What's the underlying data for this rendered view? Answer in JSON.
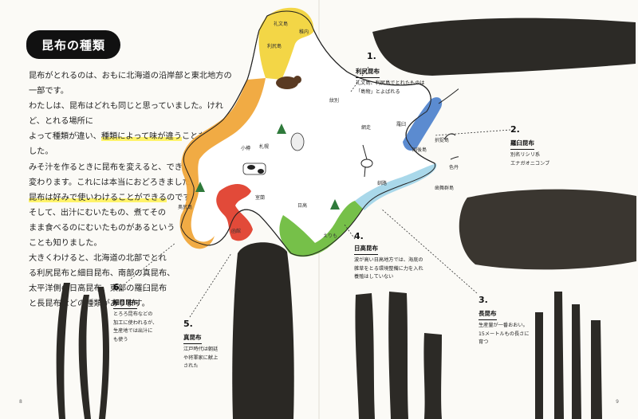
{
  "title": "昆布の種類",
  "body": [
    "昆布がとれるのは、おもに北海道の沿岸部と東北地方の一部です。",
    "わたしは、昆布はどれも同じと思っていました。けれど、とれる場所に",
    "よって種類が違い、",
    "種類によって味が違う",
    "ことを知りました。",
    "みそ汁を作るときに昆布を変えると、できあがりの味が",
    "変わります。これには本当におどろきました。",
    "昆布は好みで使いわけることができる",
    "のです。",
    "そして、出汁にむいたもの、煮てその",
    "まま食べるのにむいたものがあるという",
    "ことも知りました。",
    "大きくわけると、北海道の北部でとれ",
    "る利尻昆布と細目昆布、南部の真昆布、",
    "太平洋側の日高昆布、東部の羅臼昆布",
    "と長昆布などの種類があります。"
  ],
  "map_labels": {
    "rebun": "礼文島",
    "wakkanai": "稚内",
    "rishiri": "利尻島",
    "monbetsu": "紋別",
    "abashiri": "網走",
    "rausu": "羅臼",
    "kunashiri": "国後島",
    "shikotan": "色丹島",
    "habomai": "歯舞群島",
    "etorofu": "択捉島",
    "otaru": "小樽",
    "sapporo": "札幌",
    "kushiro": "釧路",
    "tomakomai": "室蘭",
    "hidaka": "日高",
    "erimo": "えりも",
    "hakodate": "函館",
    "okushiri": "奥尻島"
  },
  "callouts": [
    {
      "num": "1.",
      "title": "利尻昆布",
      "desc": [
        "礼文島、利尻島でとれたものは",
        "「島物」とよばれる"
      ]
    },
    {
      "num": "2.",
      "title": "羅臼昆布",
      "desc": [
        "別名リシリ系",
        "エナガオニコンブ"
      ]
    },
    {
      "num": "3.",
      "title": "長昆布",
      "desc": [
        "生産量が一番おおい。",
        "15メートルもの長さに",
        "育つ"
      ]
    },
    {
      "num": "4.",
      "title": "日高昆布",
      "desc": [
        "波が高い日高地方では、海底の",
        "雑草をとる環境整備に力を入れ",
        "養殖はしていない"
      ]
    },
    {
      "num": "5.",
      "title": "真昆布",
      "desc": [
        "江戸時代は朝廷",
        "や将軍家に献上",
        "された"
      ]
    },
    {
      "num": "6.",
      "title": "細目昆布",
      "desc": [
        "とろろ昆布などの",
        "加工に使われるが、",
        "生産地では出汁に",
        "も使う"
      ]
    }
  ],
  "pages": {
    "left": "8",
    "right": "9"
  },
  "colors": {
    "rishiri_region": "#f2d336",
    "hosome_region": "#f0a63a",
    "makombu_region": "#e0402e",
    "hidaka_region": "#6fbd3f",
    "naga_region": "#a9d8ea",
    "rausu_region": "#5b8bd0",
    "highlight": "#fff36a",
    "kelp": "#2c2a26"
  }
}
